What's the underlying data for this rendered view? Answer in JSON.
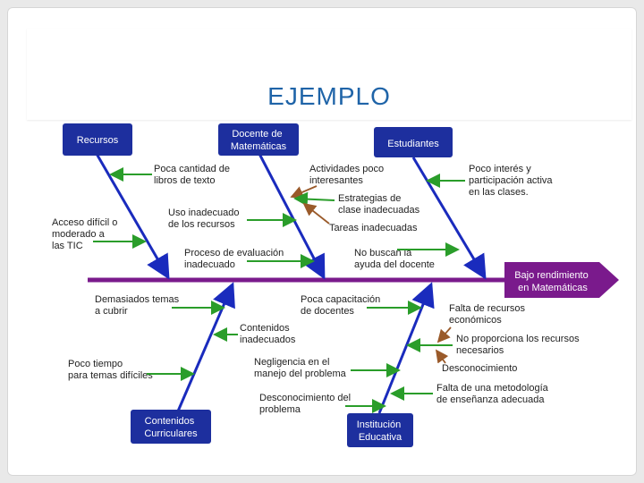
{
  "slide": {
    "title": "EJEMPLO"
  },
  "diagram": {
    "effect": [
      "Bajo rendimiento",
      "en Matemáticas"
    ],
    "categories": {
      "recursos": [
        "Recursos"
      ],
      "docente": [
        "Docente de",
        "Matemáticas"
      ],
      "estudiantes": [
        "Estudiantes"
      ],
      "contenidos": [
        "Contenidos",
        "Curriculares"
      ],
      "institucion": [
        "Institución",
        "Educativa"
      ]
    },
    "causes": {
      "libros": [
        "Poca cantidad de",
        "libros de texto"
      ],
      "acceso_tic": [
        "Acceso difícil o",
        "moderado a",
        "las TIC"
      ],
      "uso_recursos": [
        "Uso inadecuado",
        "de los recursos"
      ],
      "evaluacion": [
        "Proceso de evaluación",
        "inadecuado"
      ],
      "actividades": [
        "Actividades poco",
        "interesantes"
      ],
      "estrategias": [
        "Estrategias de",
        "clase inadecuadas"
      ],
      "tareas": [
        "Tareas inadecuadas"
      ],
      "ayuda_docente": [
        "No buscan la",
        "ayuda del docente"
      ],
      "interes": [
        "Poco interés y",
        "participación activa",
        "en las clases."
      ],
      "demasiados_temas": [
        "Demasiados temas",
        "a cubrir"
      ],
      "contenidos_inadecuados": [
        "Contenidos",
        "inadecuados"
      ],
      "poco_tiempo": [
        "Poco tiempo",
        "para temas difíciles"
      ],
      "capacitacion": [
        "Poca capacitación",
        "de docentes"
      ],
      "negligencia": [
        "Negligencia en el",
        "manejo del problema"
      ],
      "desconocimiento_problema": [
        "Desconocimiento del",
        "problema"
      ],
      "falta_recursos": [
        "Falta de recursos",
        "económicos"
      ],
      "no_proporciona": [
        "No proporciona los recursos",
        "necesarios"
      ],
      "desconocimiento": [
        "Desconocimiento"
      ],
      "metodologia": [
        "Falta de una metodología",
        "de enseñanza adecuada"
      ]
    },
    "colors": {
      "box_fill": "#1d2f9e",
      "bone": "#1a2bbd",
      "spine": "#7a1a8c",
      "head": "#7a1a8c",
      "arrow": "#2a9d2a",
      "arrow_brown": "#9a5a2a"
    }
  }
}
